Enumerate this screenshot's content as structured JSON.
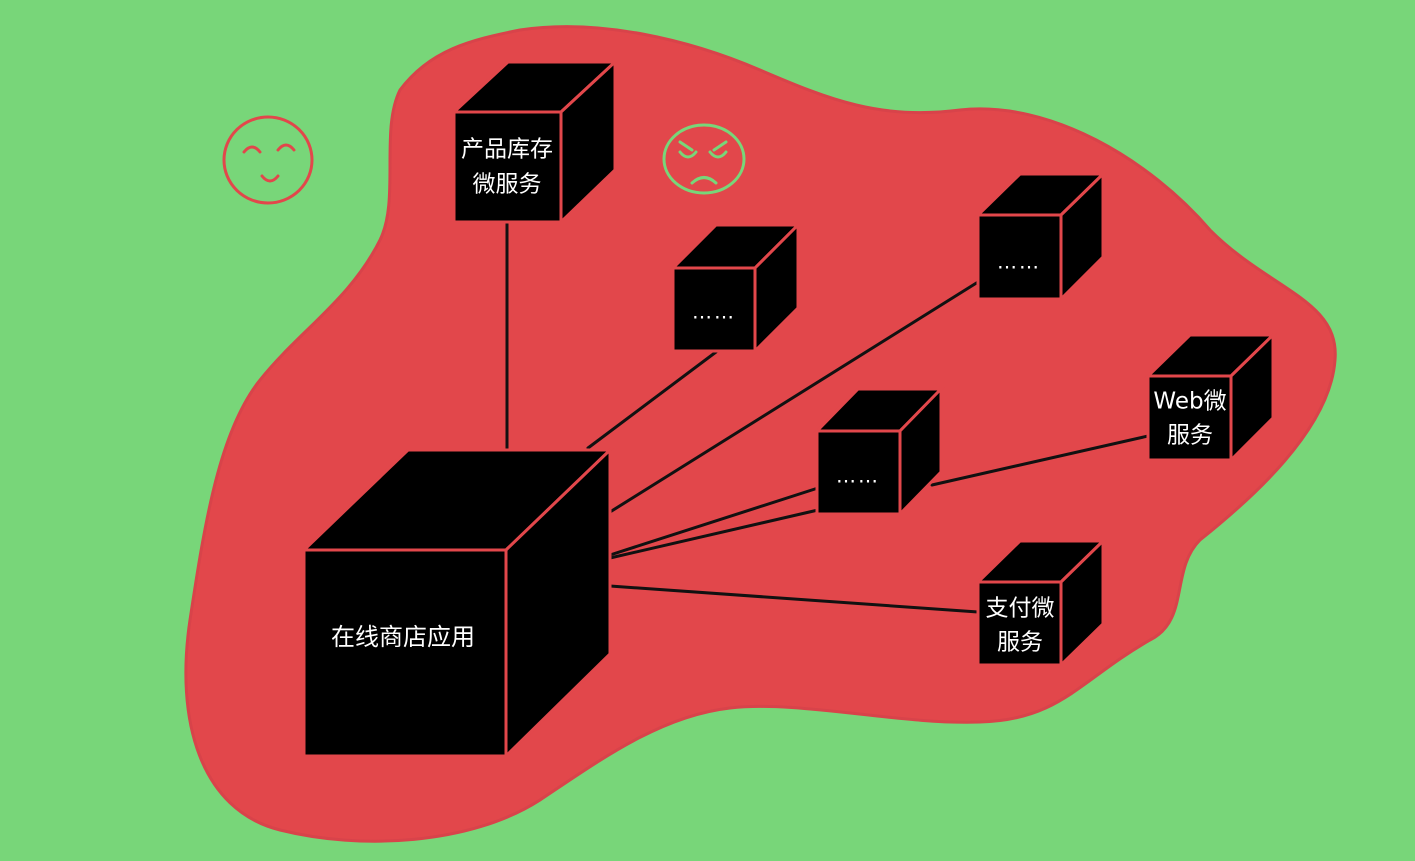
{
  "colors": {
    "background": "#78d679",
    "blob": "#e2474b",
    "cube_fill": "#000000",
    "cube_edge": "#e2474b",
    "text": "#ffffff",
    "happy_face": "#e2474b",
    "sad_face": "#78d679"
  },
  "diagram": {
    "app": {
      "label": "在线商店应用"
    },
    "services": [
      {
        "label": "产品库存\n微服务"
      },
      {
        "label": "……"
      },
      {
        "label": "……"
      },
      {
        "label": "……"
      },
      {
        "label": "Web微\n服务"
      },
      {
        "label": "支付微\n服务"
      }
    ],
    "faces": [
      {
        "name": "happy-face-icon",
        "mood": "happy"
      },
      {
        "name": "sad-face-icon",
        "mood": "sad"
      }
    ]
  }
}
